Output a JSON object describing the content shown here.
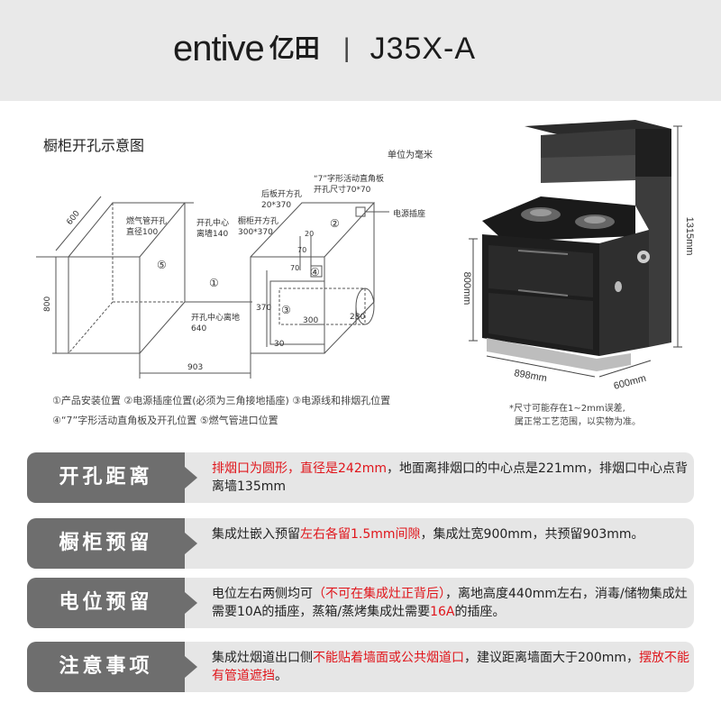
{
  "header": {
    "brand_en": "entive",
    "brand_cn": "亿田",
    "separator": "|",
    "model": "J35X-A"
  },
  "diagram": {
    "title": "橱柜开孔示意图",
    "unit_note": "单位为毫米",
    "labels": {
      "dim_600_left": "600",
      "dim_800_left": "800",
      "dim_903": "903",
      "gas_hole": "燃气管开孔",
      "gas_hole_dia": "直径100",
      "hole_center": "开孔中心",
      "hole_center_dist": "离墙140",
      "circle5": "⑤",
      "circle1": "①",
      "circle2": "②",
      "circle3": "③",
      "center_floor": "开孔中心离地",
      "center_floor_val": "640",
      "back_board": "后板开方孔",
      "back_board_size": "20*370",
      "cabinet_hole": "橱柜开方孔",
      "cabinet_hole_size": "300*370",
      "seven_board": "“7”字形活动直角板",
      "seven_hole": "开孔尺寸70*70",
      "power_socket": "电源插座",
      "dim_20": "20",
      "dim_70a": "70",
      "dim_70b": "70",
      "dim_370": "370",
      "dim_300": "300",
      "dim_280": "280",
      "dim_30": "30",
      "circle4": "④"
    },
    "product_dims": {
      "height_total": "1315mm",
      "height_body": "800mm",
      "width": "898mm",
      "depth": "600mm"
    },
    "legend": {
      "line1": "①产品安装位置  ②电源插座位置(必须为三角接地插座) ③电源线和排烟孔位置",
      "line2": "④“7”字形活动直角板及开孔位置   ⑤燃气管进口位置"
    },
    "foot_note_1": "*尺寸可能存在1~2mm误差,",
    "foot_note_2": "属正常工艺范围，以实物为准。"
  },
  "rows": [
    {
      "tag": "开孔距离",
      "parts": [
        {
          "t": "排烟口为圆形，直径是242mm",
          "red": true
        },
        {
          "t": "，地面离排烟口的中心点是221mm，排烟口中心点背离墙135mm",
          "red": false
        }
      ]
    },
    {
      "tag": "橱柜预留",
      "parts": [
        {
          "t": "集成灶嵌入预留",
          "red": false
        },
        {
          "t": "左右各留1.5mm间隙",
          "red": true
        },
        {
          "t": "，集成灶宽900mm，共预留903mm。",
          "red": false
        }
      ]
    },
    {
      "tag": "电位预留",
      "parts": [
        {
          "t": "电位左右两侧均可",
          "red": false
        },
        {
          "t": "（不可在集成灶正背后）",
          "red": true
        },
        {
          "t": "，离地高度440mm左右，消毒/储物集成灶需要10A的插座，蒸箱/蒸烤集成灶需要",
          "red": false
        },
        {
          "t": "16A",
          "red": true
        },
        {
          "t": "的插座。",
          "red": false
        }
      ]
    },
    {
      "tag": "注意事项",
      "parts": [
        {
          "t": "集成灶烟道出口侧",
          "red": false
        },
        {
          "t": "不能贴着墙面或公共烟道口",
          "red": true
        },
        {
          "t": "，建议距离墙面大于200mm，",
          "red": false
        },
        {
          "t": "摆放不能有管道遮挡",
          "red": true
        },
        {
          "t": "。",
          "red": false
        }
      ]
    }
  ]
}
